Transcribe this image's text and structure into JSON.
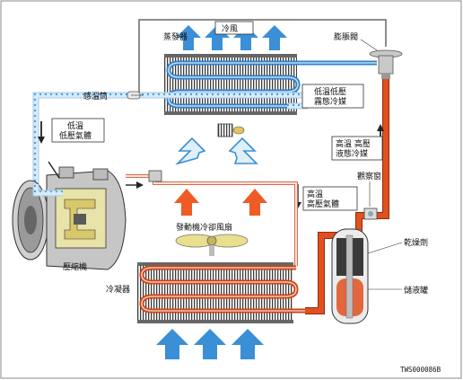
{
  "labels": {
    "evaporator": "蒸發器",
    "cold_air": "冷風",
    "expansion_valve": "膨脹閥",
    "sensing_bulb": "感溫筒",
    "low_temp_low_pressure_mist": [
      "低溫低壓",
      "霧態冷媒"
    ],
    "low_temp_low_pressure_gas": [
      "低溫",
      "低壓氣體"
    ],
    "high_temp_high_pressure_liquid": [
      "高溫 高壓",
      "液態冷媒"
    ],
    "sight_glass": "觀察窗",
    "high_temp_high_pressure_gas": [
      "高溫",
      "高壓氣體"
    ],
    "desiccant": "乾燥劑",
    "engine_cooling_fan": "發動機冷卻風扇",
    "compressor": "壓縮機",
    "condenser": "冷凝器",
    "receiver_drier": "儲液罐",
    "figure_code": "TWS000086B"
  },
  "colors": {
    "cold_flow": "#3a8fd6",
    "cold_arrow_light": "#cfe8f7",
    "hot_flow": "#e2501f",
    "hot_arrow": "#ef5b25",
    "fins": "#444444"
  }
}
